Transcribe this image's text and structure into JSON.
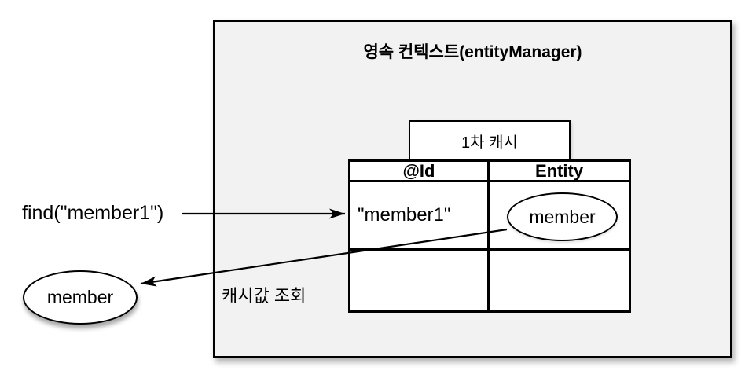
{
  "diagram": {
    "title": "영속 컨텍스트(entityManager)",
    "cache_label": "1차 캐시",
    "find_label": "find(\"member1\")",
    "lookup_label": "캐시값 조회",
    "result_label": "member",
    "table": {
      "headers": [
        "@Id",
        "Entity"
      ],
      "rows": [
        {
          "id": "\"member1\"",
          "entity": "member"
        },
        {
          "id": "",
          "entity": ""
        }
      ]
    },
    "arrows": [
      {
        "name": "find-arrow",
        "from": "find(\"member1\")",
        "to": "first-level-cache id cell"
      },
      {
        "name": "return-arrow",
        "from": "entity ellipse member",
        "to": "result ellipse member"
      }
    ],
    "colors": {
      "page-bg": "#ffffff",
      "box-fill": "#f2f2f2",
      "shape-fill": "#ffffff",
      "line": "#000000",
      "text": "#000000"
    }
  }
}
